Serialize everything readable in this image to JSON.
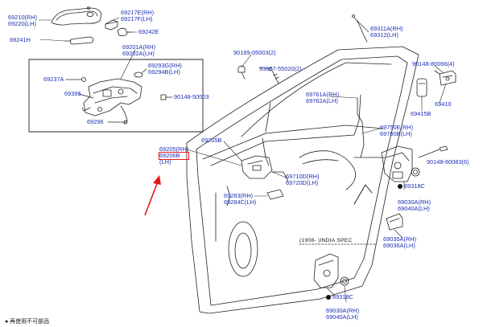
{
  "labels": {
    "p69210": "69210(RH)",
    "p69220": "69220(LH)",
    "p69217E": "69217E(RH)",
    "p69217F": "69217F(LH)",
    "p69241H": "69241H",
    "p69242E": "69242E",
    "p69201A": "69201A(RH)",
    "p69202A": "69202A(LH)",
    "p69293G": "69293G(RH)",
    "p69294B": "69294B(LH)",
    "p69237A": "69237A",
    "p69395": "69395",
    "p90148_50003": "90148-50003",
    "p69296": "69296",
    "p69311A": "69311A(RH)",
    "p69312": "69312(LH)",
    "p90189_05003": "90189-05003(2)",
    "p93567_55020": "93567-55020(2)",
    "p90148_80066": "90148-80066(4)",
    "p69410": "69410",
    "p69415B": "69415B",
    "p69761A": "69761A(RH)",
    "p69762A": "69762A(LH)",
    "p69750E": "69750E(RH)",
    "p69760B": "69760B(LH)",
    "p90148_60083": "90148-60083(6)",
    "p69205B": "69205B",
    "p69205": "69205(RH)",
    "p69206B": "69206B",
    "lh_suffix": "(LH)",
    "p69710D": "69710D(RH)",
    "p69720D": "69720D(LH)",
    "p69318C_a": "69318C",
    "p69030A_a": "69030A(RH)",
    "p69040A_a": "69040A(LH)",
    "p69283": "69283(RH)",
    "p69284C": "69284C(LH)",
    "p69035A": "69035A(RH)",
    "p69036A": "69036A(LH)",
    "p69318C_b": "69318C",
    "p69030A_b": "69030A(RH)",
    "p69040A_b": "69040A(LH)"
  },
  "spec_text": "(1908-    )INDIA SPEC",
  "footnote": "● 再使用不可部品",
  "colors": {
    "label_blue": "#1c2fb8",
    "highlight_red": "#e21a1a",
    "line_dark": "#222222"
  }
}
